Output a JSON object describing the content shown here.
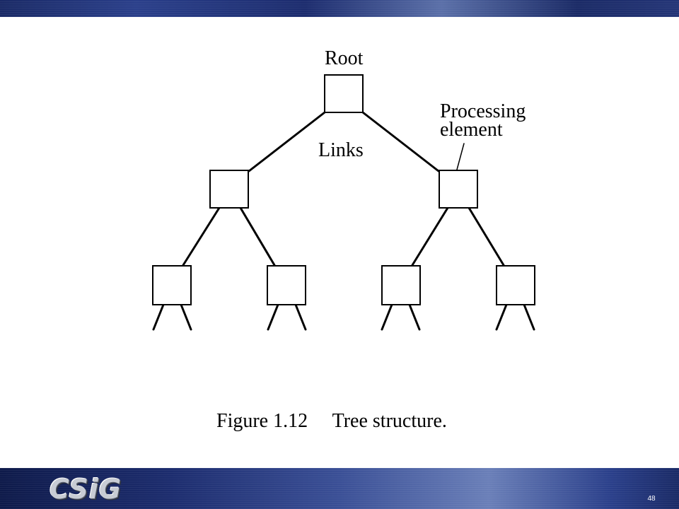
{
  "slide": {
    "logo_text": "CSiG",
    "page_number": "48"
  },
  "diagram": {
    "root_label": "Root",
    "links_label": "Links",
    "pe_label_line1": "Processing",
    "pe_label_line2": "element"
  },
  "caption": {
    "figure_number": "Figure 1.12",
    "figure_title": "Tree structure."
  }
}
